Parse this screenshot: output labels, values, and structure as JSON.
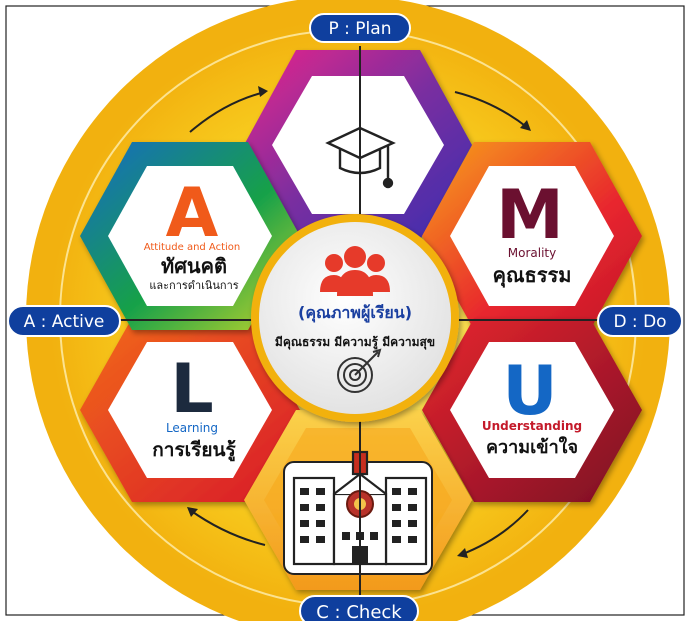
{
  "cycle": {
    "plan": "P : Plan",
    "do": "D : Do",
    "check": "C : Check",
    "active": "A : Active"
  },
  "center": {
    "title": "(คุณภาพผู้เรียน)",
    "subtitle": "มีคุณธรรม มีความรู้ มีความสุข",
    "people_icon": "people-group-icon",
    "target_icon": "target-arrow-icon"
  },
  "segments": {
    "plan": {
      "icon": "graduation-cap-icon"
    },
    "morality": {
      "letter": "M",
      "en": "Morality",
      "th": "คุณธรรม"
    },
    "understanding": {
      "letter": "U",
      "en": "Understanding",
      "th": "ความเข้าใจ"
    },
    "learning": {
      "letter": "L",
      "en": "Learning",
      "th": "การเรียนรู้"
    },
    "attitude": {
      "letter": "A",
      "en": "Attitude and Action",
      "th": "ทัศนคติ",
      "th_sub": "และการดำเนินการ"
    },
    "school": {
      "icon": "school-building-icon"
    }
  },
  "colors": {
    "ring": "#f7c318",
    "pill": "#0f3f9e",
    "plan_frame": "#7a2fa0",
    "morality_frame": "#e8262e",
    "understanding_frame": "#a8162c",
    "learning_frame": "#e52d22",
    "attitude_frame": "#13a04a",
    "letter_orange": "#f05a1a",
    "letter_maroon": "#6b1030",
    "letter_blue": "#1467c5",
    "letter_dark": "#1c2a3e"
  }
}
